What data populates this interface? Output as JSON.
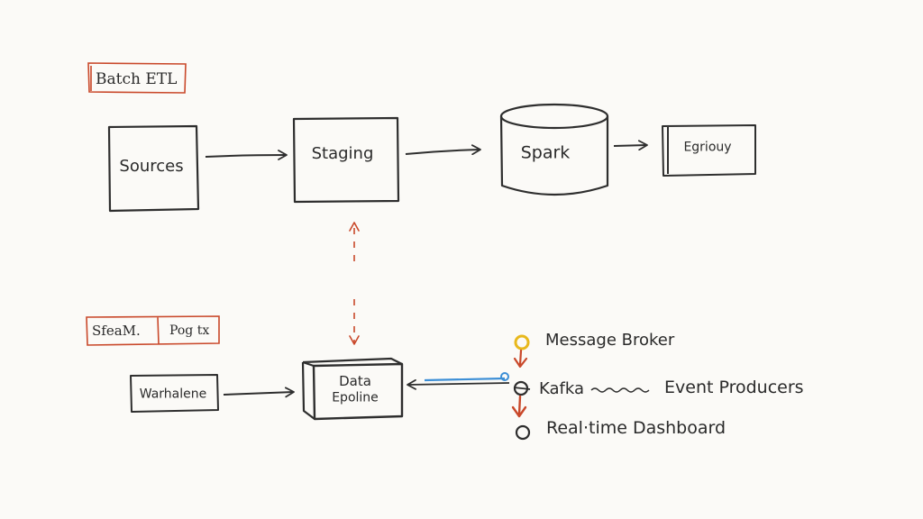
{
  "colors": {
    "ink": "#2e2e2e",
    "accent_red": "#c9482a",
    "accent_blue": "#3d8fd6",
    "accent_yellow": "#e8b81c",
    "paper": "#fbfaf7"
  },
  "batch": {
    "tag": "Batch ETL",
    "sources": "Sources",
    "staging": "Staging",
    "spark": "Spark",
    "egress": "Egriouy"
  },
  "stream": {
    "tag_left": "SfeaM.",
    "tag_right": "Pog tx",
    "warehouse": "Warhalene",
    "pipeline_line1": "Data",
    "pipeline_line2": "Epoline"
  },
  "legend": {
    "message_broker": "Message Broker",
    "kafka": "Kafka",
    "event_producers": "Event Producers",
    "dashboard": "Real·time Dashboard"
  }
}
